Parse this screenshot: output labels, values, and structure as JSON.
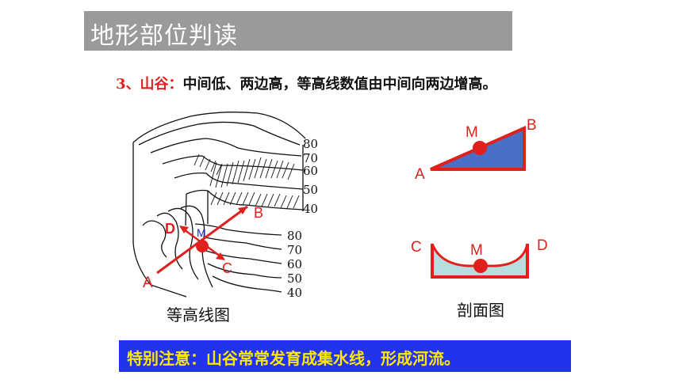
{
  "title": "地形部位判读",
  "description": {
    "label": "3、山谷：",
    "text": "中间低、两边高，等高线数值由中间向两边增高。"
  },
  "contour_map": {
    "caption": "等高线图",
    "upper_values": [
      "80",
      "70",
      "60",
      "50",
      "40"
    ],
    "lower_values": [
      "80",
      "70",
      "60",
      "50",
      "40"
    ],
    "points": {
      "a": "A",
      "b": "B",
      "c": "C",
      "d": "D",
      "m": "M"
    }
  },
  "profile_ab": {
    "a": "A",
    "b": "B",
    "m": "M"
  },
  "profile_cd": {
    "c": "C",
    "d": "D",
    "m": "M"
  },
  "profile_caption": "剖面图",
  "note": "特别注意：山谷常常发育成集水线，形成河流。",
  "colors": {
    "red": "#e0201c",
    "blue_fill": "#4a6fc7",
    "water_fill": "#b7dede",
    "note_bg": "#2233ee",
    "note_text": "#ffe800",
    "title_bg": "#9a9a9a"
  }
}
